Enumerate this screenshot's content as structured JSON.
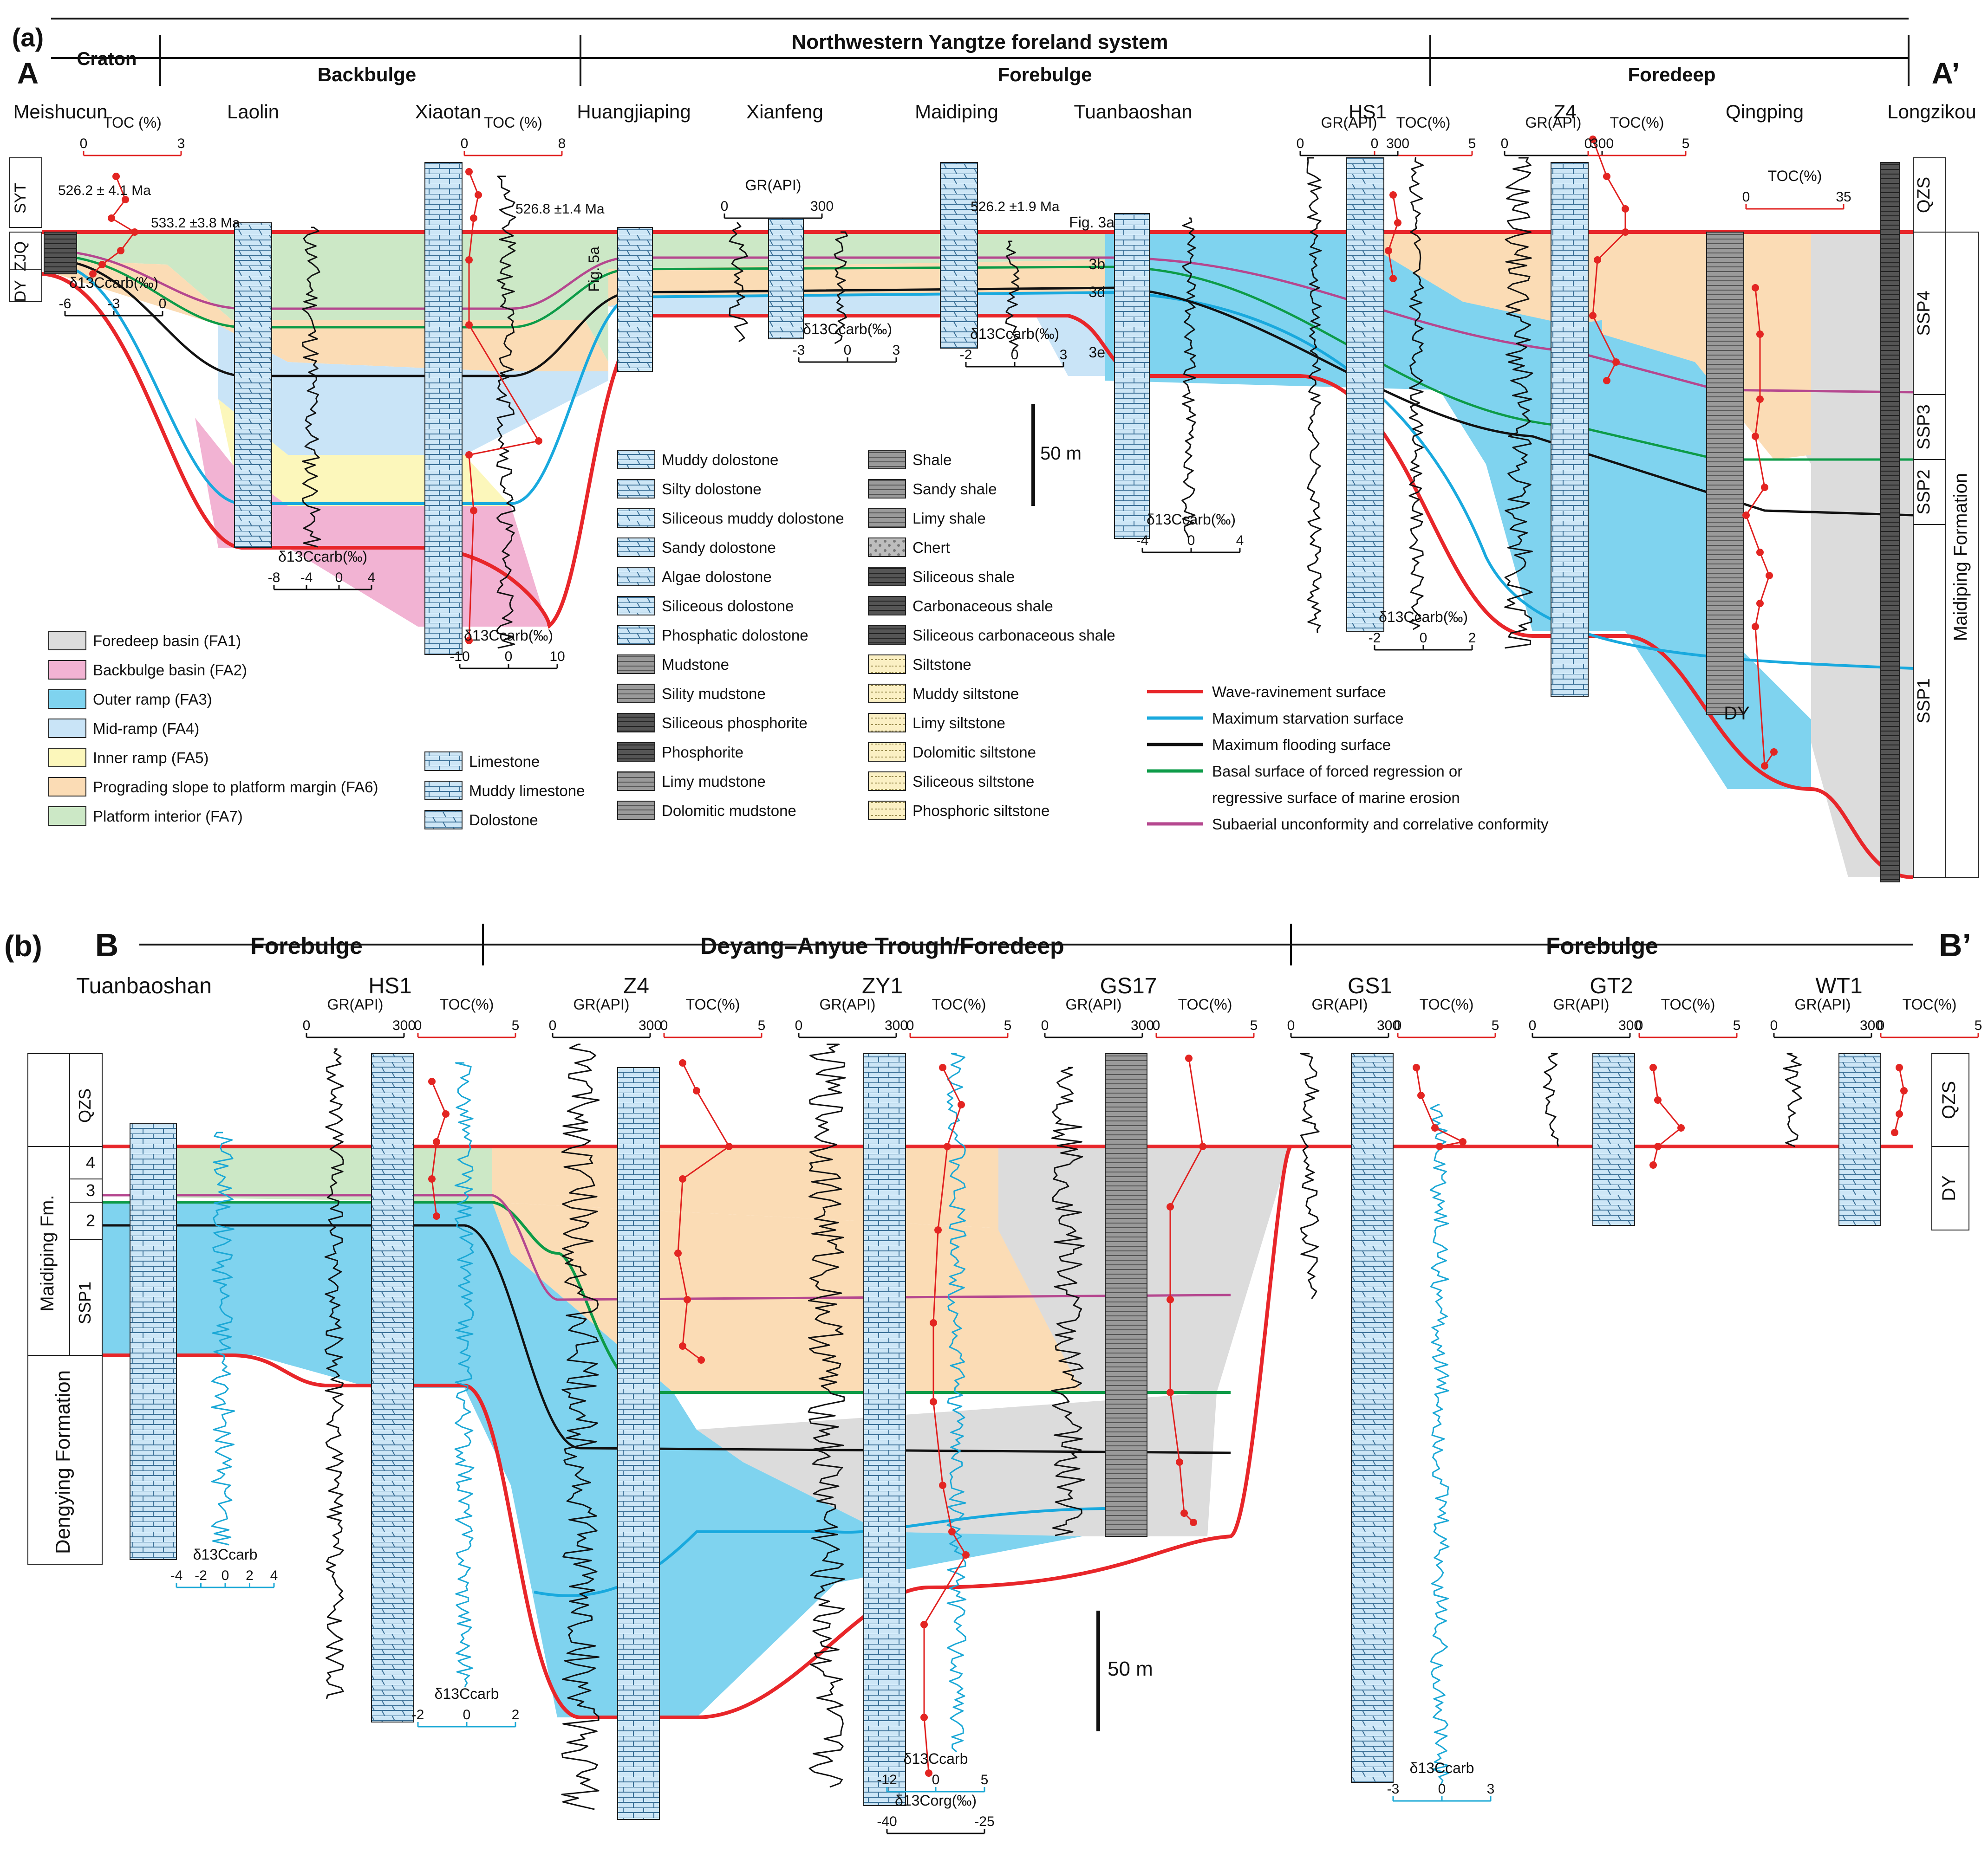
{
  "panel_a": {
    "label": "(a)",
    "start": "A",
    "end": "A’",
    "system_title": "Northwestern Yangtze foreland system",
    "zones": [
      "Craton",
      "Backbulge",
      "Forebulge",
      "Foredeep"
    ],
    "sections": [
      "Meishucun",
      "Laolin",
      "Xiaotan",
      "Huangjiaping",
      "Xianfeng",
      "Maidiping",
      "Tuanbaoshan",
      "HS1",
      "Z4",
      "Qingping",
      "Longzikou"
    ],
    "left_units": [
      "SYT",
      "ZJQ",
      "DY"
    ],
    "right_units": [
      "QZS",
      "SSP4",
      "SSP3",
      "SSP2",
      "SSP1"
    ],
    "formation": "Maidiping Formation",
    "ages": [
      "526.2 ± 4.1 Ma",
      "533.2 ±3.8 Ma",
      "526.8 ±1.4 Ma",
      "526.2 ±1.9 Ma"
    ],
    "fig_refs": [
      "Fig. 5a",
      "Fig. 3a",
      "3b",
      "3d",
      "3e"
    ],
    "scale": "50 m",
    "toc_label": "TOC (%)",
    "toc_label2": "TOC(%)",
    "gr_label": "GR(API)",
    "d13c_label": "δ13Ccarb(‰)",
    "ticks": {
      "toc_meishucun": [
        "0",
        "3"
      ],
      "toc_xiaotan": [
        "0",
        "8"
      ],
      "toc_qingping": [
        "0",
        "35"
      ],
      "toc_hs1": [
        "0",
        "5"
      ],
      "gr": [
        "0",
        "300"
      ],
      "d13_meishucun": [
        "-6",
        "-3",
        "0"
      ],
      "d13_laolin": [
        "-8",
        "-4",
        "0",
        "4"
      ],
      "d13_xiaotan": [
        "-10",
        "0",
        "10"
      ],
      "d13_xianfeng": [
        "-3",
        "0",
        "3"
      ],
      "d13_maidiping": [
        "-2",
        "0",
        "3"
      ],
      "d13_tuan": [
        "-4",
        "0",
        "4"
      ],
      "d13_hs1": [
        "-2",
        "0",
        "2"
      ]
    },
    "facies_legend": [
      {
        "label": "Foredeep basin (FA1)",
        "color": "#dcdcdc"
      },
      {
        "label": "Backbulge basin (FA2)",
        "color": "#f2b3d3"
      },
      {
        "label": "Outer ramp (FA3)",
        "color": "#7fd3ef"
      },
      {
        "label": "Mid-ramp (FA4)",
        "color": "#c9e4f7"
      },
      {
        "label": "Inner ramp (FA5)",
        "color": "#fcf7bb"
      },
      {
        "label": "Prograding slope to platform margin (FA6)",
        "color": "#fbdcb5"
      },
      {
        "label": "Platform interior (FA7)",
        "color": "#cce8c6"
      }
    ],
    "carbonate_legend": [
      "Limestone",
      "Muddy limestone",
      "Dolostone"
    ],
    "lithology_legend_1": [
      "Muddy dolostone",
      "Silty dolostone",
      "Siliceous muddy dolostone",
      "Sandy dolostone",
      "Algae dolostone",
      "Siliceous dolostone",
      "Phosphatic dolostone",
      "Mudstone",
      "Sility mudstone",
      "Siliceous phosphorite",
      "Phosphorite",
      "Limy mudstone",
      "Dolomitic mudstone"
    ],
    "lithology_legend_2": [
      "Shale",
      "Sandy shale",
      "Limy shale",
      "Chert",
      "Siliceous shale",
      "Carbonaceous shale",
      "Siliceous carbonaceous shale",
      "Siltstone",
      "Muddy siltstone",
      "Limy siltstone",
      "Dolomitic siltstone",
      "Siliceous siltstone",
      "Phosphoric siltstone"
    ],
    "surface_legend": [
      {
        "label": "Wave-ravinement surface",
        "color": "#e8262a"
      },
      {
        "label": "Maximum starvation surface",
        "color": "#19a9de"
      },
      {
        "label": "Maximum flooding surface",
        "color": "#111111"
      },
      {
        "label": "Basal surface of forced regression or",
        "color": "#0d9b48"
      },
      {
        "label": "regressive surface of marine erosion",
        "color": ""
      },
      {
        "label": "Subaerial unconformity and correlative conformity",
        "color": "#b5478f"
      }
    ]
  },
  "panel_b": {
    "label": "(b)",
    "start": "B",
    "end": "B’",
    "zones": [
      "Forebulge",
      "Deyang–Anyue Trough/Foredeep",
      "Forebulge"
    ],
    "sections": [
      "Tuanbaoshan",
      "HS1",
      "Z4",
      "ZY1",
      "GS17",
      "GS1",
      "GT2",
      "WT1"
    ],
    "left_units": [
      "QZS",
      "4",
      "3",
      "2",
      "SSP1",
      "Maidiping Fm.",
      "Dengying Formation"
    ],
    "right_units": [
      "QZS",
      "DY"
    ],
    "gr_label": "GR(API)",
    "toc_label": "TOC(%)",
    "gr_ticks": [
      "0",
      "300"
    ],
    "toc_ticks": [
      "0",
      "5"
    ],
    "d13c_label": "δ13Ccarb",
    "d13corg_label": "δ13Corg(‰)",
    "ticks": {
      "d13_tuan": [
        "-4",
        "-2",
        "0",
        "2",
        "4"
      ],
      "d13_hs1": [
        "-2",
        "0",
        "2"
      ],
      "d13_zy1": [
        "-12",
        "0",
        "5"
      ],
      "d13org_zy1": [
        "-40",
        "-25"
      ],
      "d13_gs1": [
        "-3",
        "0",
        "3"
      ]
    },
    "dy_label": "DY",
    "scale": "50 m"
  }
}
